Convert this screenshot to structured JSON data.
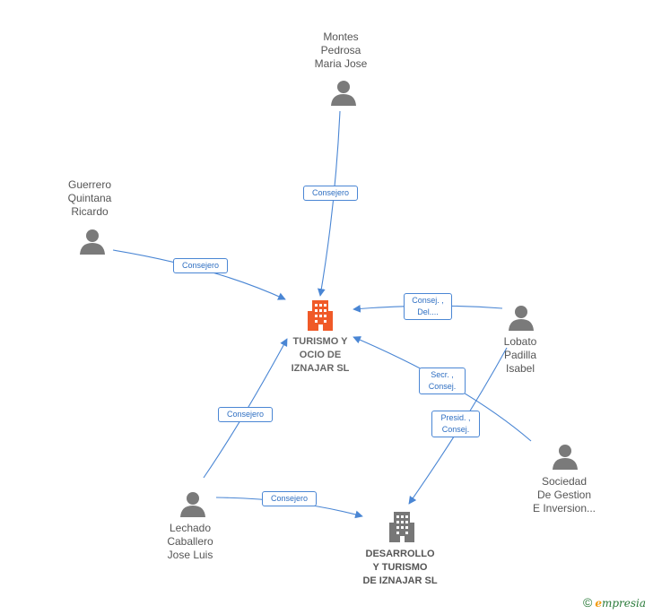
{
  "colors": {
    "edge": "#4a86d4",
    "person": "#7a7a7a",
    "main_company": "#f05a28",
    "company": "#777777"
  },
  "nodes": {
    "main_company": {
      "label": "TURISMO Y\nOCIO DE\nIZNAJAR SL",
      "icon": "building-icon"
    },
    "company2": {
      "label": "DESARROLLO\nY TURISMO\nDE IZNAJAR  SL",
      "icon": "building-icon"
    },
    "montes": {
      "label": "Montes\nPedrosa\nMaria Jose",
      "icon": "person-icon"
    },
    "guerrero": {
      "label": "Guerrero\nQuintana\nRicardo",
      "icon": "person-icon"
    },
    "lobato": {
      "label": "Lobato\nPadilla\nIsabel",
      "icon": "person-icon"
    },
    "sociedad": {
      "label": "Sociedad\nDe Gestion\nE Inversion...",
      "icon": "person-icon"
    },
    "lechado": {
      "label": "Lechado\nCaballero\nJose Luis",
      "icon": "person-icon"
    }
  },
  "edges": {
    "montes_main": "Consejero",
    "guerrero_main": "Consejero",
    "lobato_main": "Consej. ,\nDel....",
    "sociedad_main": "Secr. ,\nConsej.",
    "lobato_company2": "Presid. ,\nConsej.",
    "lechado_main": "Consejero",
    "lechado_company2": "Consejero"
  },
  "brand": {
    "copyright": "©",
    "e": "e",
    "rest": "mpresia"
  }
}
